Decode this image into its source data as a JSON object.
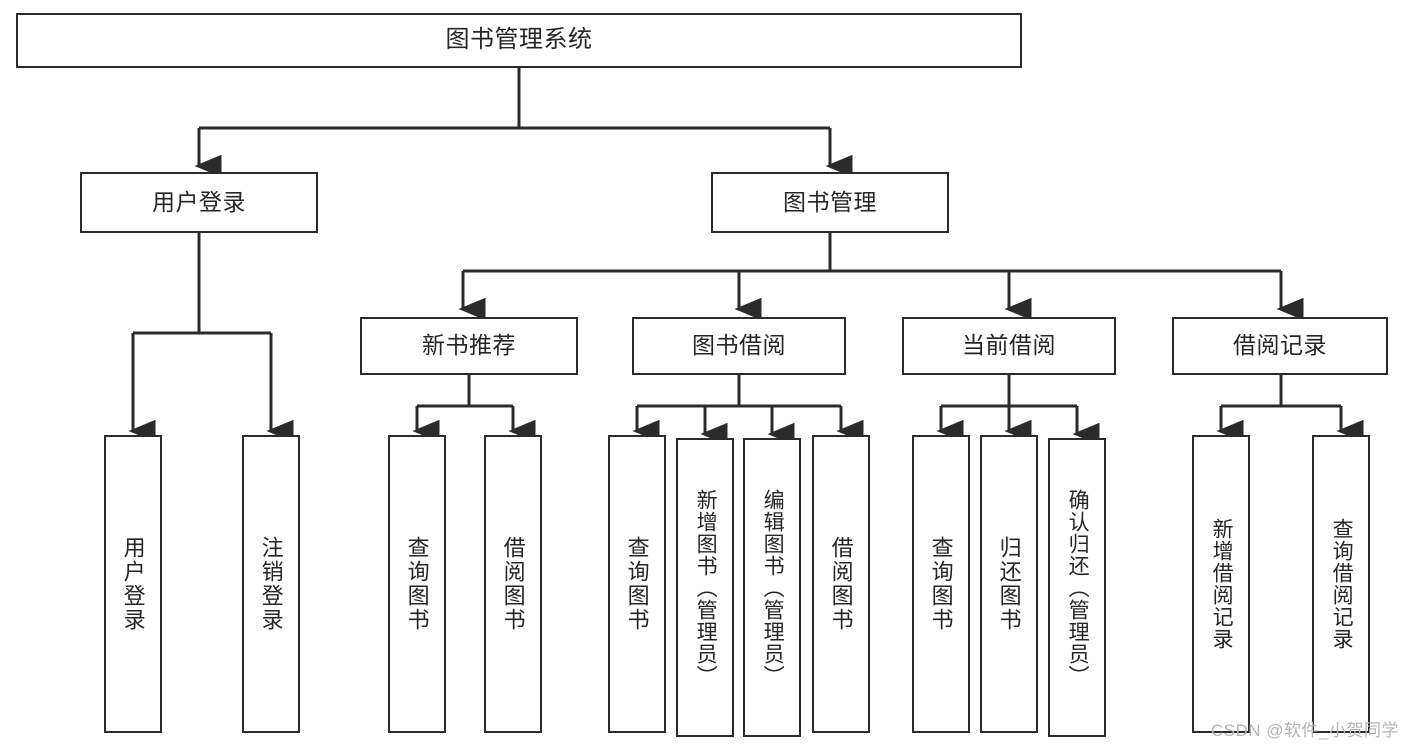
{
  "diagram": {
    "title": "图书管理系统",
    "type": "tree-structure-chart",
    "watermark": "CSDN @软件_小贺同学",
    "colors": {
      "stroke": "#2b2b2b",
      "text": "#262626",
      "background": "#ffffff",
      "watermark": "#b4b4b4"
    },
    "root": {
      "id": "root",
      "label": "图书管理系统"
    },
    "level2": [
      {
        "id": "user-login",
        "label": "用户登录"
      },
      {
        "id": "book-management",
        "label": "图书管理"
      }
    ],
    "level3": [
      {
        "id": "new-book-recommend",
        "label": "新书推荐",
        "parent": "book-management"
      },
      {
        "id": "book-borrow",
        "label": "图书借阅",
        "parent": "book-management"
      },
      {
        "id": "current-borrow",
        "label": "当前借阅",
        "parent": "book-management"
      },
      {
        "id": "borrow-record",
        "label": "借阅记录",
        "parent": "book-management"
      }
    ],
    "leaves": [
      {
        "id": "leaf-user-login",
        "label": "用户登录",
        "parent": "user-login"
      },
      {
        "id": "leaf-logout",
        "label": "注销登录",
        "parent": "user-login"
      },
      {
        "id": "leaf-query-book-1",
        "label": "查询图书",
        "parent": "new-book-recommend"
      },
      {
        "id": "leaf-borrow-book-1",
        "label": "借阅图书",
        "parent": "new-book-recommend"
      },
      {
        "id": "leaf-query-book-2",
        "label": "查询图书",
        "parent": "book-borrow"
      },
      {
        "id": "leaf-add-book",
        "label": "新增图书（管理员）",
        "parent": "book-borrow"
      },
      {
        "id": "leaf-edit-book",
        "label": "编辑图书（管理员）",
        "parent": "book-borrow"
      },
      {
        "id": "leaf-borrow-book-2",
        "label": "借阅图书",
        "parent": "book-borrow"
      },
      {
        "id": "leaf-query-book-3",
        "label": "查询图书",
        "parent": "current-borrow"
      },
      {
        "id": "leaf-return-book",
        "label": "归还图书",
        "parent": "current-borrow"
      },
      {
        "id": "leaf-confirm-return",
        "label": "确认归还（管理员）",
        "parent": "current-borrow"
      },
      {
        "id": "leaf-add-record",
        "label": "新增借阅记录",
        "parent": "borrow-record"
      },
      {
        "id": "leaf-query-record",
        "label": "查询借阅记录",
        "parent": "borrow-record"
      }
    ]
  }
}
